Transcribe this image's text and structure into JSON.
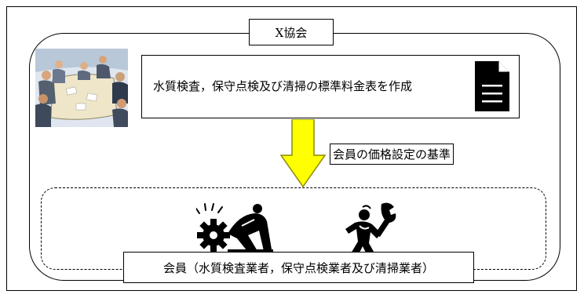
{
  "association": {
    "title": "X協会",
    "task": "水質検査，保守点検及び清掃の標準料金表を作成"
  },
  "flow": {
    "label": "会員の価格設定の基準"
  },
  "members": {
    "label": "会員（水質検査業者，保守点検業者及び清掃業者）"
  },
  "icons": {
    "meeting": "meeting-people-icon",
    "document": "document-icon",
    "arrow": "down-arrow-icon",
    "gear_worker": "gear-worker-icon",
    "wrench_worker": "wrench-worker-icon"
  },
  "colors": {
    "arrow_fill": "#ffff00",
    "arrow_stroke": "#8a8a00",
    "line": "#000000"
  }
}
